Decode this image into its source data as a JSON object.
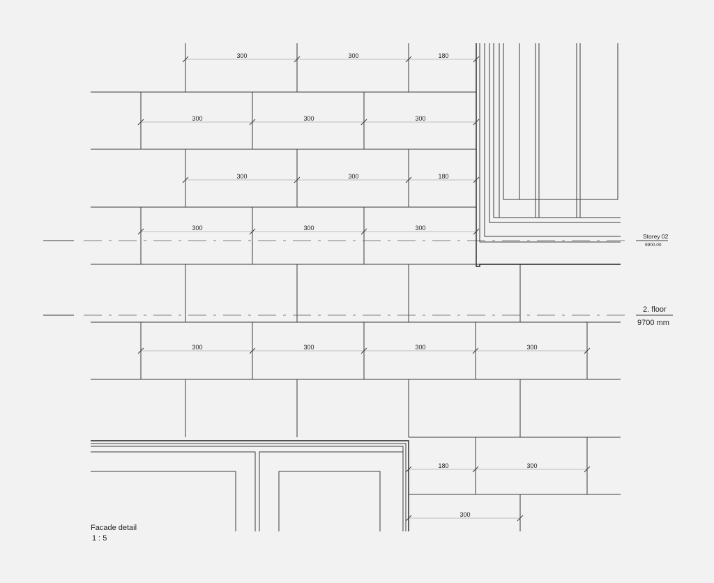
{
  "drawing": {
    "title": "Facade detail",
    "scale": "1 : 5"
  },
  "levels": {
    "storey": {
      "name": "Storey 02",
      "elevation": "9900.00"
    },
    "floor": {
      "name": "2. floor",
      "elevation": "9700 mm"
    }
  },
  "dimensions": [
    {
      "row": 1,
      "values": [
        "300",
        "300",
        "180"
      ]
    },
    {
      "row": 2,
      "values": [
        "300",
        "300",
        "300"
      ]
    },
    {
      "row": 3,
      "values": [
        "300",
        "300",
        "180"
      ]
    },
    {
      "row": 4,
      "values": [
        "300",
        "300",
        "300"
      ]
    },
    {
      "row": 6,
      "values": [
        "300",
        "300",
        "300",
        "300"
      ]
    },
    {
      "row": 8,
      "values": [
        "180",
        "300"
      ]
    },
    {
      "row": 9,
      "values": [
        "300"
      ]
    }
  ]
}
